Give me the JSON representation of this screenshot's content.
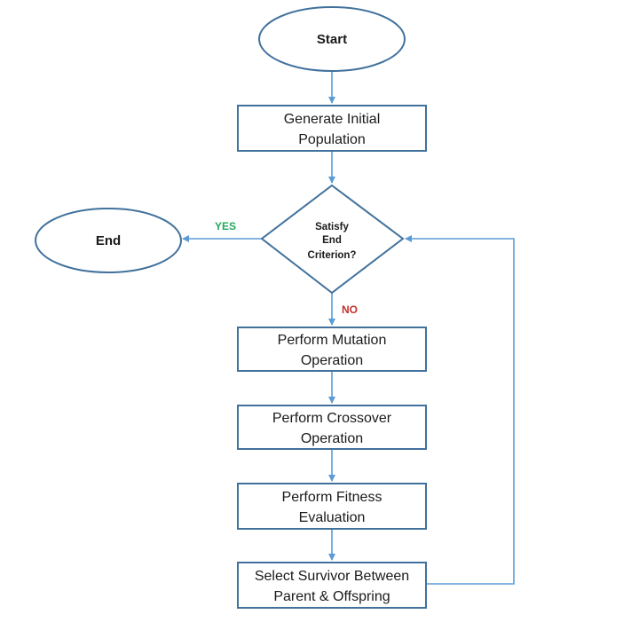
{
  "flowchart": {
    "start_label": "Start",
    "end_label": "End",
    "steps": {
      "generate": [
        "Generate Initial",
        "Population"
      ],
      "decision": [
        "Satisfy",
        "End",
        "Criterion?"
      ],
      "mutation": [
        "Perform Mutation",
        "Operation"
      ],
      "crossover": [
        "Perform Crossover",
        "Operation"
      ],
      "fitness": [
        "Perform Fitness",
        "Evaluation"
      ],
      "select": [
        "Select Survivor Between",
        "Parent & Offspring"
      ]
    },
    "edge_labels": {
      "yes": "YES",
      "no": "NO"
    }
  },
  "colors": {
    "node_stroke": "#41719c",
    "arrow": "#5b9bd5",
    "yes_label": "#27a85f",
    "no_label": "#c0302b",
    "text": "#1a1a1a"
  }
}
